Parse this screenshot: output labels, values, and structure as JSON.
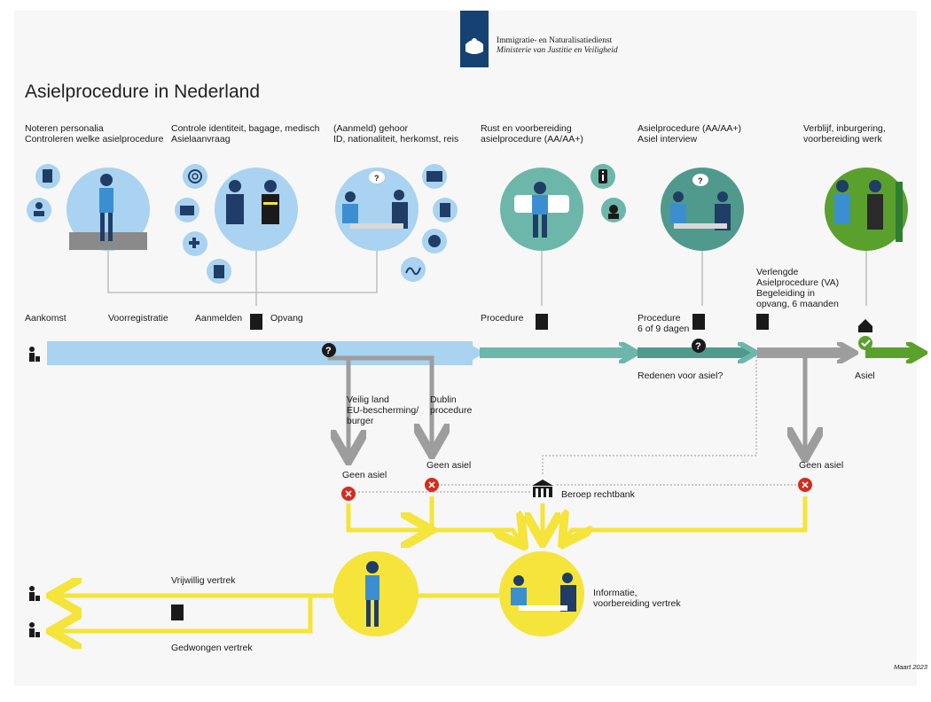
{
  "header": {
    "org_name": "Immigratie- en Naturalisatiedienst",
    "ministry": "Ministerie van Justitie en Veiligheid"
  },
  "title": "Asielprocedure in Nederland",
  "stage_captions": [
    "Noteren personalia",
    "Controleren welke asielprocedure",
    "Controle identiteit, bagage, medisch",
    "Asielaanvraag",
    "(Aanmeld) gehoor",
    "ID, nationaliteit, herkomst, reis",
    "Rust en voorbereiding",
    "asielprocedure (AA/AA+)",
    "Asielprocedure (AA/AA+)",
    "Asiel interview",
    "Verblijf, inburgering,",
    "voorbereiding werk"
  ],
  "timeline": {
    "aankomst": "Aankomst",
    "voorregistratie": "Voorregistratie",
    "aanmelden": "Aanmelden",
    "opvang": "Opvang",
    "procedure": "Procedure",
    "procedure2": "Procedure",
    "procedure2_days": "6 of 9 dagen",
    "redenen": "Redenen voor asiel?",
    "asiel": "Asiel",
    "vp_1": "Verlengde",
    "vp_2": "Asielprocedure (VA)",
    "vp_3": "Begeleiding in",
    "vp_4": "opvang, 6 maanden"
  },
  "branches": {
    "veilig_1": "Veilig land",
    "veilig_2": "EU-bescherming/",
    "veilig_3": "burger",
    "dublin_1": "Dublin",
    "dublin_2": "procedure",
    "geen_asiel_1": "Geen asiel",
    "geen_asiel_2": "Geen asiel",
    "geen_asiel_3": "Geen asiel",
    "beroep": "Beroep rechtbank"
  },
  "departure": {
    "info_1": "Informatie,",
    "info_2": "voorbereiding vertrek",
    "vrijwillig": "Vrijwillig vertrek",
    "gedwongen": "Gedwongen vertrek"
  },
  "date": "Maart 2023",
  "colors": {
    "light_blue": "#a9d3f0",
    "teal": "#6cb7a9",
    "dark_teal": "#4f9a8c",
    "gray": "#9d9d9d",
    "green": "#5aa02c",
    "yellow": "#f5e43a",
    "red": "#d52b1e",
    "navy": "#154273"
  },
  "icons": [
    "document-pen-icon",
    "person-sort-icon",
    "fingerprint-icon",
    "suitcase-icon",
    "medical-search-icon",
    "id-card-icon",
    "id-badge-icon",
    "passport-icon",
    "globe-icon",
    "route-pin-icon",
    "info-icon",
    "graduate-icon",
    "building-icon",
    "question-icon",
    "check-icon",
    "error-icon",
    "house-icon",
    "court-icon",
    "traveller-icon"
  ]
}
